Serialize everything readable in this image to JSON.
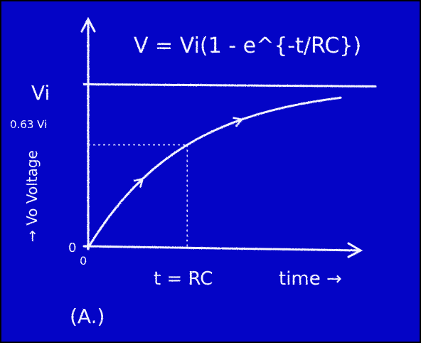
{
  "equation": "V = Vi(1 - e^{-t/RC})",
  "labels": {
    "vi": "Vi",
    "level": "0.63 Vi",
    "origin": "0",
    "origin_y": "0",
    "t_marker": "t = RC",
    "x_axis": "time →",
    "y_axis": "→ Vo Voltage",
    "figure": "(A.)"
  },
  "colors": {
    "board": "#0404c6",
    "chalk": "#f4f4ff"
  },
  "icons": {
    "arrow_on_curve": "chalk-arrowhead",
    "axis_arrow": "chalk-arrowhead"
  },
  "chart_data": {
    "type": "line",
    "function": "V = Vi(1 - e^(-t/RC))",
    "tau": 1,
    "x": [
      0,
      0.25,
      0.5,
      0.75,
      1,
      1.25,
      1.5,
      1.75,
      2,
      2.25,
      2.5
    ],
    "y": [
      0,
      0.221,
      0.393,
      0.528,
      0.632,
      0.713,
      0.777,
      0.826,
      0.865,
      0.895,
      0.918
    ],
    "asymptote": 1,
    "marker": {
      "x": 1,
      "y": 0.632
    },
    "xlim": [
      0,
      2.7
    ],
    "ylim": [
      0,
      1.4
    ],
    "grid": false
  }
}
